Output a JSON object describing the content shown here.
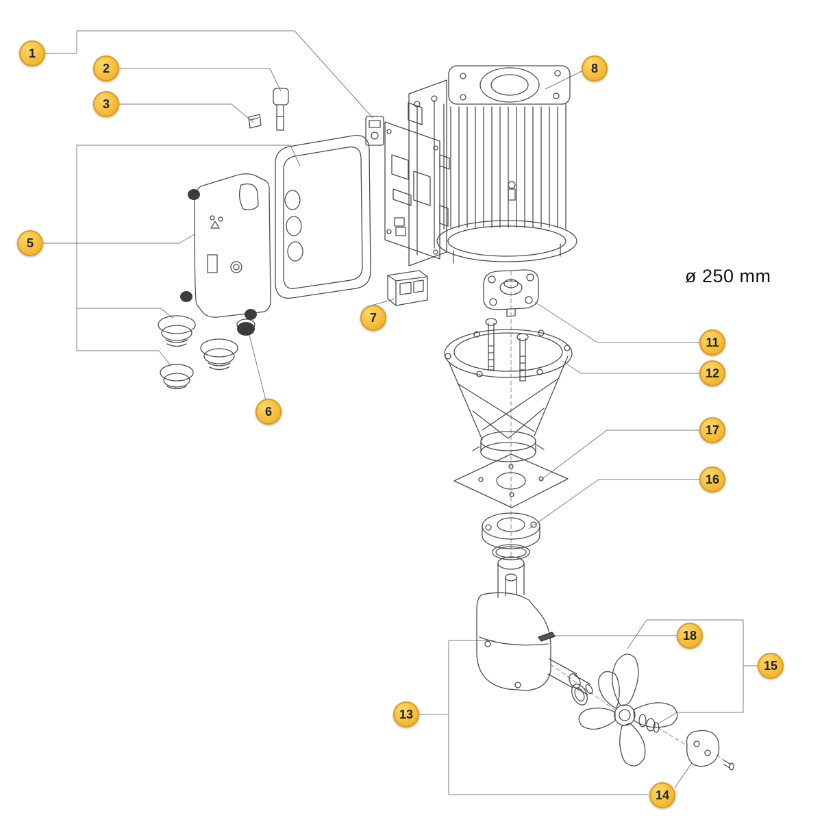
{
  "diagram": {
    "dimension_label": "ø 250 mm",
    "callouts": [
      {
        "number": "1"
      },
      {
        "number": "2"
      },
      {
        "number": "3"
      },
      {
        "number": "5"
      },
      {
        "number": "6"
      },
      {
        "number": "7"
      },
      {
        "number": "8"
      },
      {
        "number": "11"
      },
      {
        "number": "12"
      },
      {
        "number": "13"
      },
      {
        "number": "14"
      },
      {
        "number": "15"
      },
      {
        "number": "16"
      },
      {
        "number": "17"
      },
      {
        "number": "18"
      }
    ],
    "colors": {
      "balloon_fill": "#F6BE3A",
      "balloon_fill_light": "#FBD96E",
      "balloon_border": "#DD9A1B",
      "line_art": "#4b4b4b",
      "leader_line": "#7d7d7d",
      "background": "#ffffff",
      "text": "#1a1a1a"
    }
  }
}
